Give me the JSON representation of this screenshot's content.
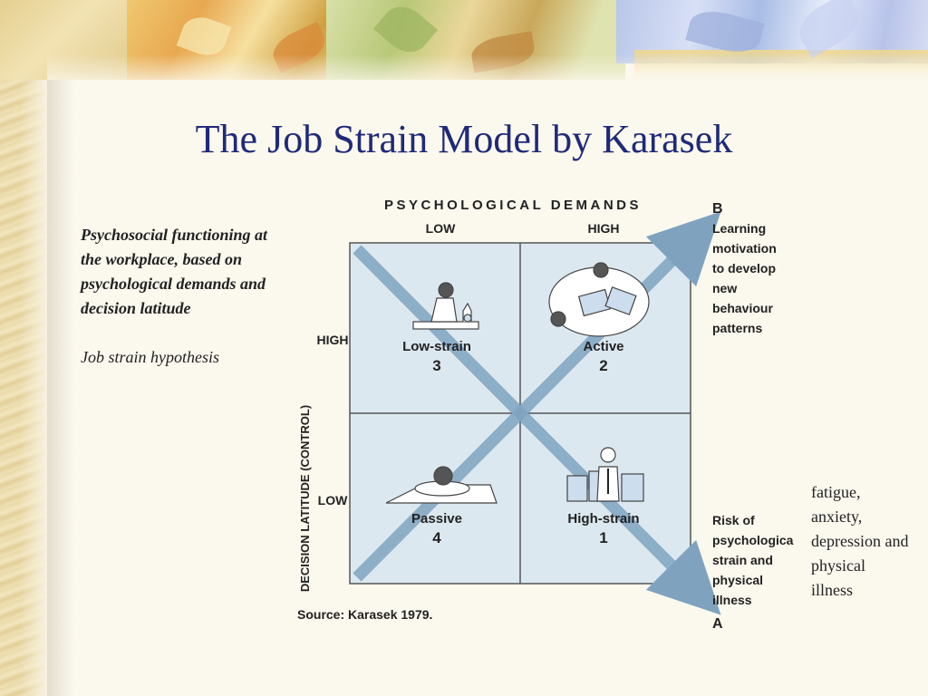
{
  "slide": {
    "title": "The Job Strain Model by Karasek",
    "left_heading": "Psychosocial functioning at the workplace, based on psychological demands and decision latitude",
    "left_subheading": "Job strain hypothesis",
    "right_note": "fatigue, anxiety, depression and physical illness"
  },
  "diagram": {
    "top_axis": "PSYCHOLOGICAL DEMANDS",
    "top_low": "LOW",
    "top_high": "HIGH",
    "side_axis": "DECISION LATITUDE (CONTROL)",
    "side_high": "HIGH",
    "side_low": "LOW",
    "quadrants": {
      "low_strain": {
        "label": "Low-strain",
        "number": "3"
      },
      "active": {
        "label": "Active",
        "number": "2"
      },
      "passive": {
        "label": "Passive",
        "number": "4"
      },
      "high_strain": {
        "label": "High-strain",
        "number": "1"
      }
    },
    "arrow_b": {
      "letter": "B",
      "lines": [
        "Learning",
        "motivation",
        "to develop",
        "new",
        "behaviour",
        "patterns"
      ]
    },
    "arrow_a": {
      "letter": "A",
      "lines": [
        "Risk of",
        "psychological",
        "strain and",
        "physical",
        "illness"
      ]
    },
    "source": "Source: Karasek 1979.",
    "colors": {
      "grid_bg": "#dce8f0",
      "arrow": "#7fa3bf",
      "title": "#1f2a78"
    }
  }
}
